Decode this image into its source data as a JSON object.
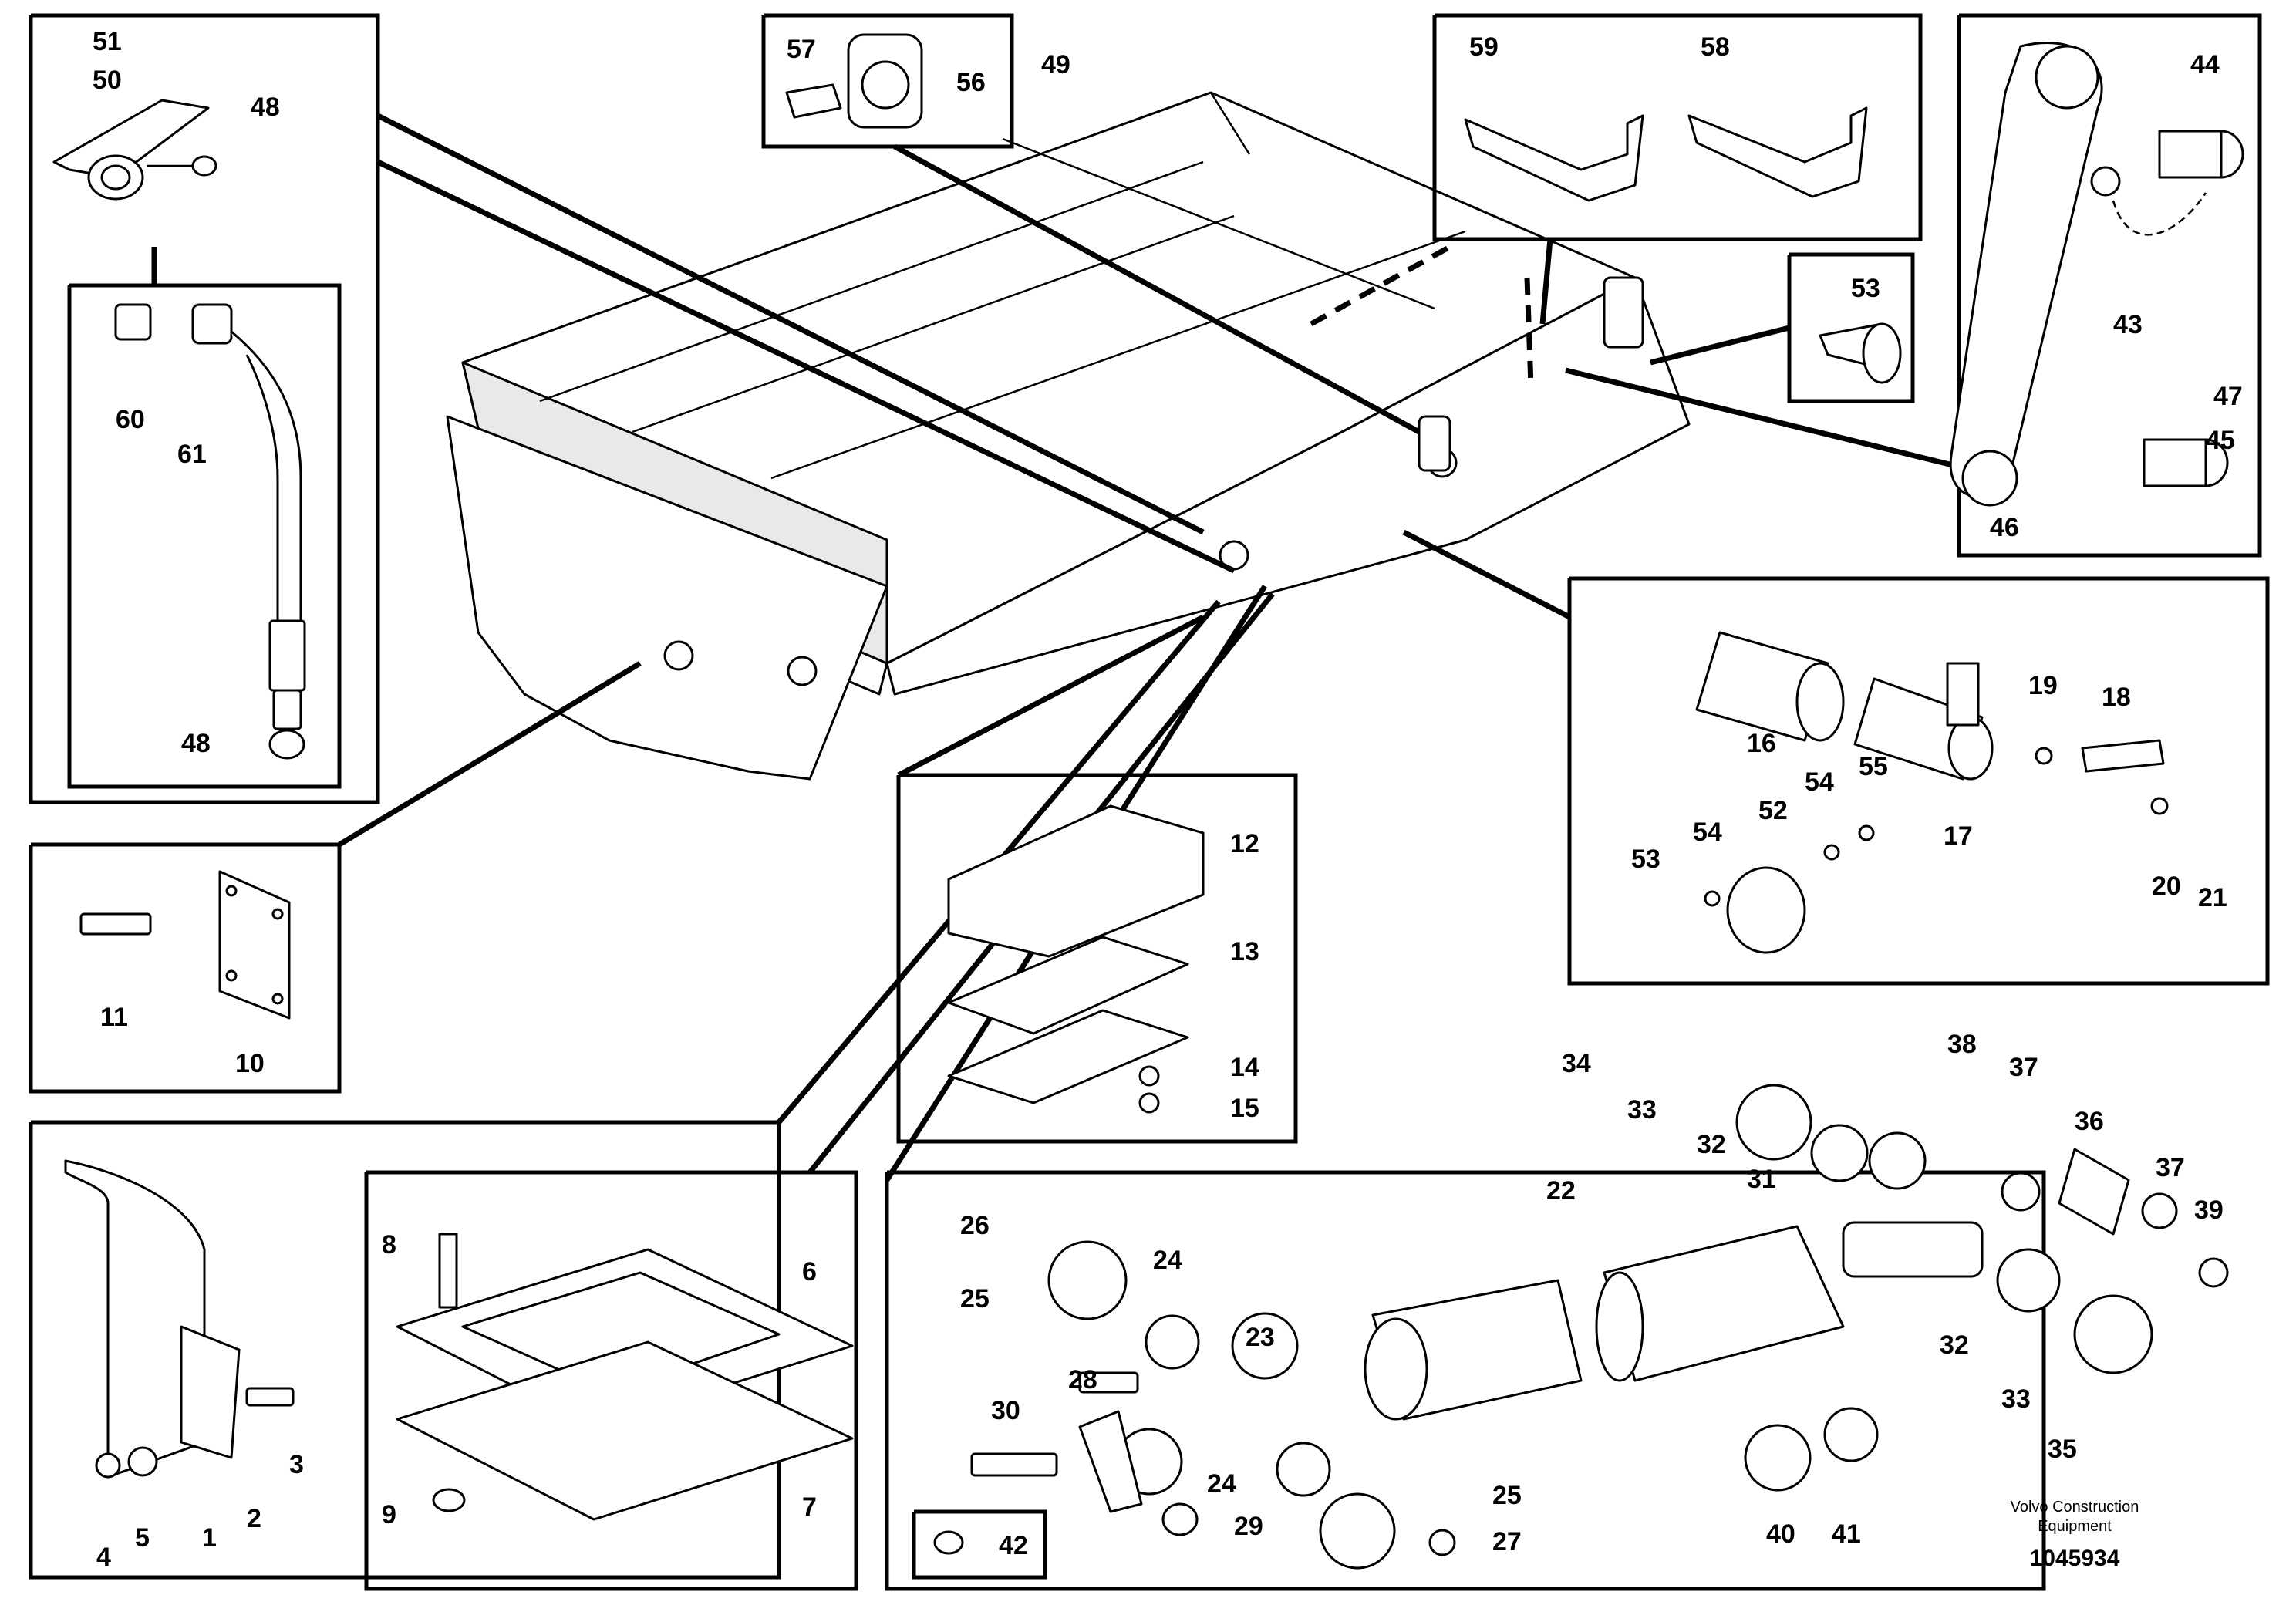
{
  "callouts": {
    "c1": "1",
    "c2": "2",
    "c3": "3",
    "c4": "4",
    "c5": "5",
    "c6": "6",
    "c7": "7",
    "c8": "8",
    "c9": "9",
    "c10": "10",
    "c11": "11",
    "c12": "12",
    "c13": "13",
    "c14": "14",
    "c15": "15",
    "c16": "16",
    "c17": "17",
    "c18": "18",
    "c19": "19",
    "c20": "20",
    "c21": "21",
    "c22": "22",
    "c23": "23",
    "c24a": "24",
    "c24b": "24",
    "c25a": "25",
    "c25b": "25",
    "c26": "26",
    "c27": "27",
    "c28": "28",
    "c29": "29",
    "c30": "30",
    "c31": "31",
    "c32a": "32",
    "c32b": "32",
    "c33a": "33",
    "c33b": "33",
    "c34": "34",
    "c35": "35",
    "c36": "36",
    "c37a": "37",
    "c37b": "37",
    "c38": "38",
    "c39": "39",
    "c40": "40",
    "c41": "41",
    "c42": "42",
    "c43": "43",
    "c44": "44",
    "c45": "45",
    "c46": "46",
    "c47": "47",
    "c48a": "48",
    "c48b": "48",
    "c49": "49",
    "c50": "50",
    "c51": "51",
    "c52": "52",
    "c53a": "53",
    "c53b": "53",
    "c54a": "54",
    "c54b": "54",
    "c55": "55",
    "c56": "56",
    "c57": "57",
    "c58": "58",
    "c59": "59",
    "c60": "60",
    "c61": "61"
  },
  "footer": {
    "credit_line1": "Volvo Construction",
    "credit_line2": "Equipment",
    "doc_number": "1045934"
  }
}
